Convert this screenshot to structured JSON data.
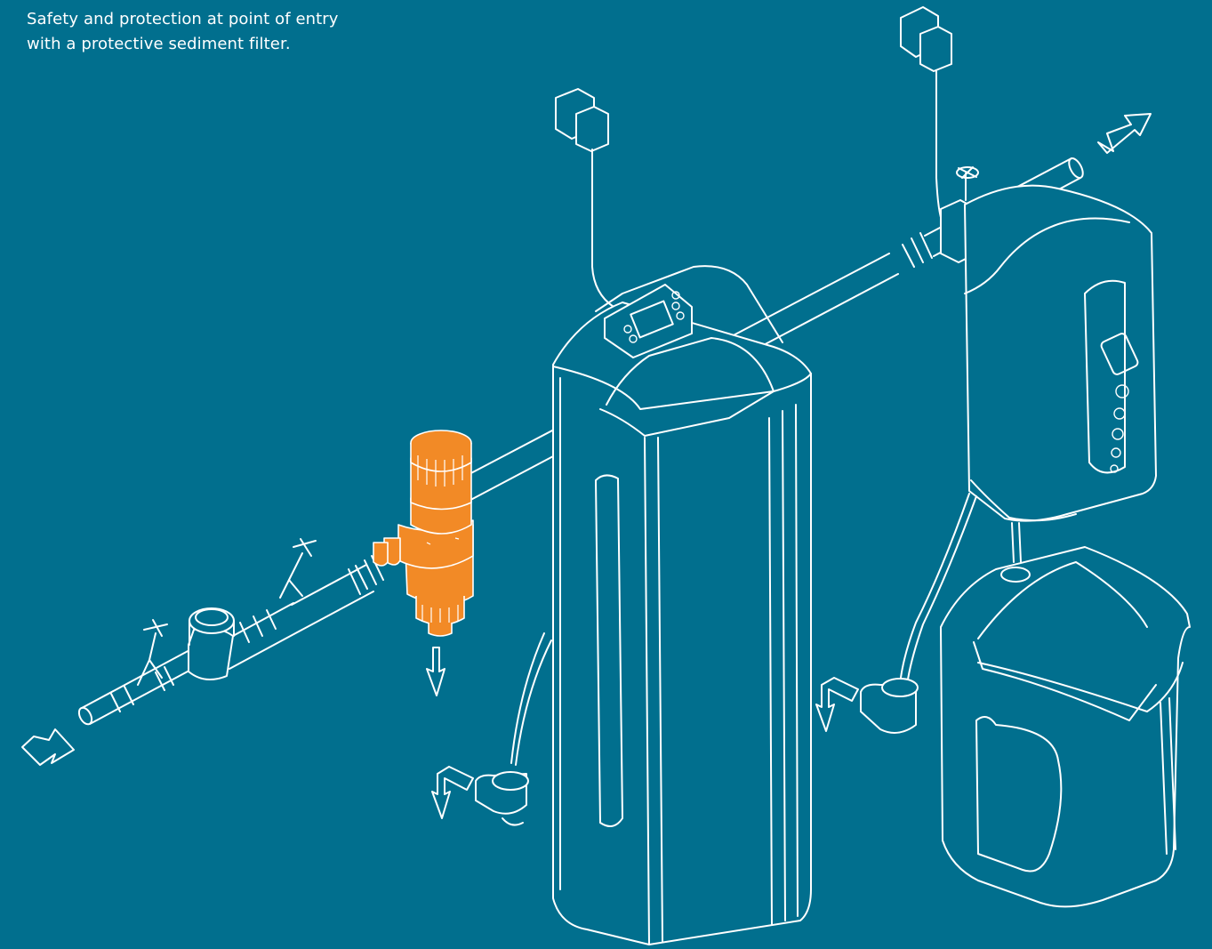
{
  "caption": {
    "line1": "Safety and protection at point of entry",
    "line2": "with a protective sediment filter."
  },
  "colors": {
    "background": "#016f8e",
    "line_art": "#ffffff",
    "highlight": "#f28a26"
  },
  "components": [
    "inlet-arrow-icon",
    "inlet-pipe",
    "shutoff-valve-1",
    "water-meter",
    "shutoff-valve-2",
    "sediment-filter",
    "filter-drain-arrow-icon",
    "water-softener",
    "softener-power-adapter-icon",
    "softener-drain-arrow-icon",
    "outlet-pipe",
    "outlet-arrow-icon",
    "dosing-unit",
    "dosing-power-adapter-icon",
    "dosing-bypass-valve",
    "brine-tank",
    "brine-drain-arrow-icon"
  ]
}
